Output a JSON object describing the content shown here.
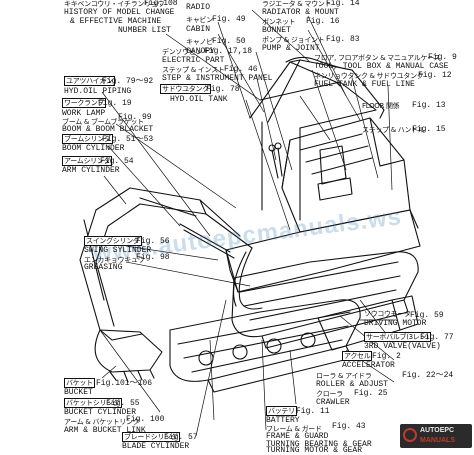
{
  "labels": {
    "history": {
      "jp": "キキベンコウリ・イチランリョウ",
      "fig": "Fig.108",
      "l1": "HISTORY OF MODEL CHANGE",
      "l2": "& EFFECTIVE MACHINE",
      "l3": "NUMBER LIST"
    },
    "radio": {
      "en": "RADIO"
    },
    "cabin": {
      "jp": "キャビン",
      "en": "CABIN",
      "fig": "Fig. 49"
    },
    "canopy": {
      "jp": "キャノピ",
      "en": "CANOPY",
      "fig": "Fig. 50"
    },
    "radiator": {
      "jp": "ラジエータ & マウント",
      "fig": "Fig. 14",
      "en": "RADIATOR & MOUNT"
    },
    "bonnet": {
      "jp": "ボンネット",
      "fig": "Fig. 16",
      "en": "BONNET"
    },
    "pump": {
      "jp": "ポンプ & ジョイント",
      "fig": "Fig. 83",
      "en": "PUMP & JOINT"
    },
    "electric": {
      "jp": "デンソウヒン",
      "fig": "Fig. 17,18",
      "en": "ELECTRIC PART"
    },
    "step": {
      "jp": "ステップ & インスト",
      "fig": "Fig. 46",
      "en": "STEP & INSTRUMENT PANEL"
    },
    "tool": {
      "jp": "フロア, フロアボタン & マニュアルケース",
      "fig": "Fig. 9",
      "en": "TOOL, TOOL BOX & MANUAL CASE"
    },
    "fuel": {
      "jp": "ネンリョウタンク & サドウユタンク",
      "fig": "Fig. 12",
      "en": "FUEL TANK & FUEL LINE"
    },
    "floor": {
      "jp": "FLOOR 関係",
      "fig": "Fig. 13"
    },
    "step2": {
      "jp": "ステップ & ハンドル",
      "fig": "Fig. 15"
    },
    "hydoil": {
      "jp": "ユアツハイカン",
      "fig": "Fig. 79～92",
      "en": "HYD.OIL PIPING"
    },
    "hydtank": {
      "jp": "サドウユタンク",
      "fig": "Fig. 78",
      "en": "HYD.OIL TANK"
    },
    "worklamp": {
      "jp": "ワークランプ",
      "fig": "Fig. 19",
      "en": "WORK LAMP"
    },
    "boombracket": {
      "jp": "ブーム & ブームブラケット",
      "fig": "Fig. 99",
      "en": "BOOM & BOOM BLACKET"
    },
    "boomcyl": {
      "jp": "ブームシリンダ",
      "fig": "Fig. 51～53",
      "en": "BOOM CYLINDER"
    },
    "armcyl": {
      "jp": "アームシリンダ",
      "fig": "Fig. 54",
      "en": "ARM CYLINDER"
    },
    "swingcyl": {
      "jp": "スイングシリンダ",
      "fig": "Fig. 56",
      "en": "SWING SYLINDER"
    },
    "greasing": {
      "jp": "エンカキョウキュウ",
      "fig": "Fig. 98",
      "en": "GREASING"
    },
    "drivingmotor": {
      "jp": "ソウコウモータ",
      "fig": "Fig. 59",
      "en": "DRIVING MOTOR"
    },
    "valve": {
      "jp": "サーボバルブ(3レン)",
      "fig": "Fig. 77",
      "en": "3RD VALVE(VALVE)"
    },
    "accel": {
      "jp": "アクセル",
      "fig": "Fig. 2",
      "en": "ACCELERATOR"
    },
    "roller": {
      "jp": "ローラ & アイドラ",
      "fig": "Fig. 22～24",
      "en": "ROLLER & ADJUST"
    },
    "crawler": {
      "jp": "クローラ",
      "fig": "Fig. 25",
      "en": "CRAWLER"
    },
    "bucket": {
      "jp": "バケット",
      "fig": "Fig.101～106",
      "en": "BUCKET"
    },
    "battery": {
      "jp": "バッテリ",
      "fig": "Fig. 11",
      "en": "BATTERY"
    },
    "frame": {
      "jp": "フレーム & ガード",
      "fig": "Fig. 43",
      "en": "FRAME & GUARD"
    },
    "turning1": {
      "en": "TURNING BEARING & GEAR"
    },
    "turning2": {
      "en": "TURNING MOTOR & GEAR"
    },
    "bucketcyl": {
      "jp": "バケットシリンダ",
      "fig": "Fig. 55",
      "en": "BUCKET CYLINDER"
    },
    "armlink": {
      "jp": "アーム & バケットリンク",
      "fig": "Fig. 100",
      "en": "ARM & BUCKET LINK"
    },
    "blade": {
      "jp": "ブレードシリンダ",
      "fig": "Fig. 57",
      "en": "BLADE CYLINDER"
    }
  },
  "watermark": "www.autoepcmanuals.ws",
  "logo": {
    "top": "AUTOEPC",
    "bottom": "MANUALS"
  },
  "colors": {
    "ink": "#111111",
    "watermark": "#4682b4",
    "logo_bg": "#2b2b2b",
    "logo_accent": "#c0392b"
  }
}
